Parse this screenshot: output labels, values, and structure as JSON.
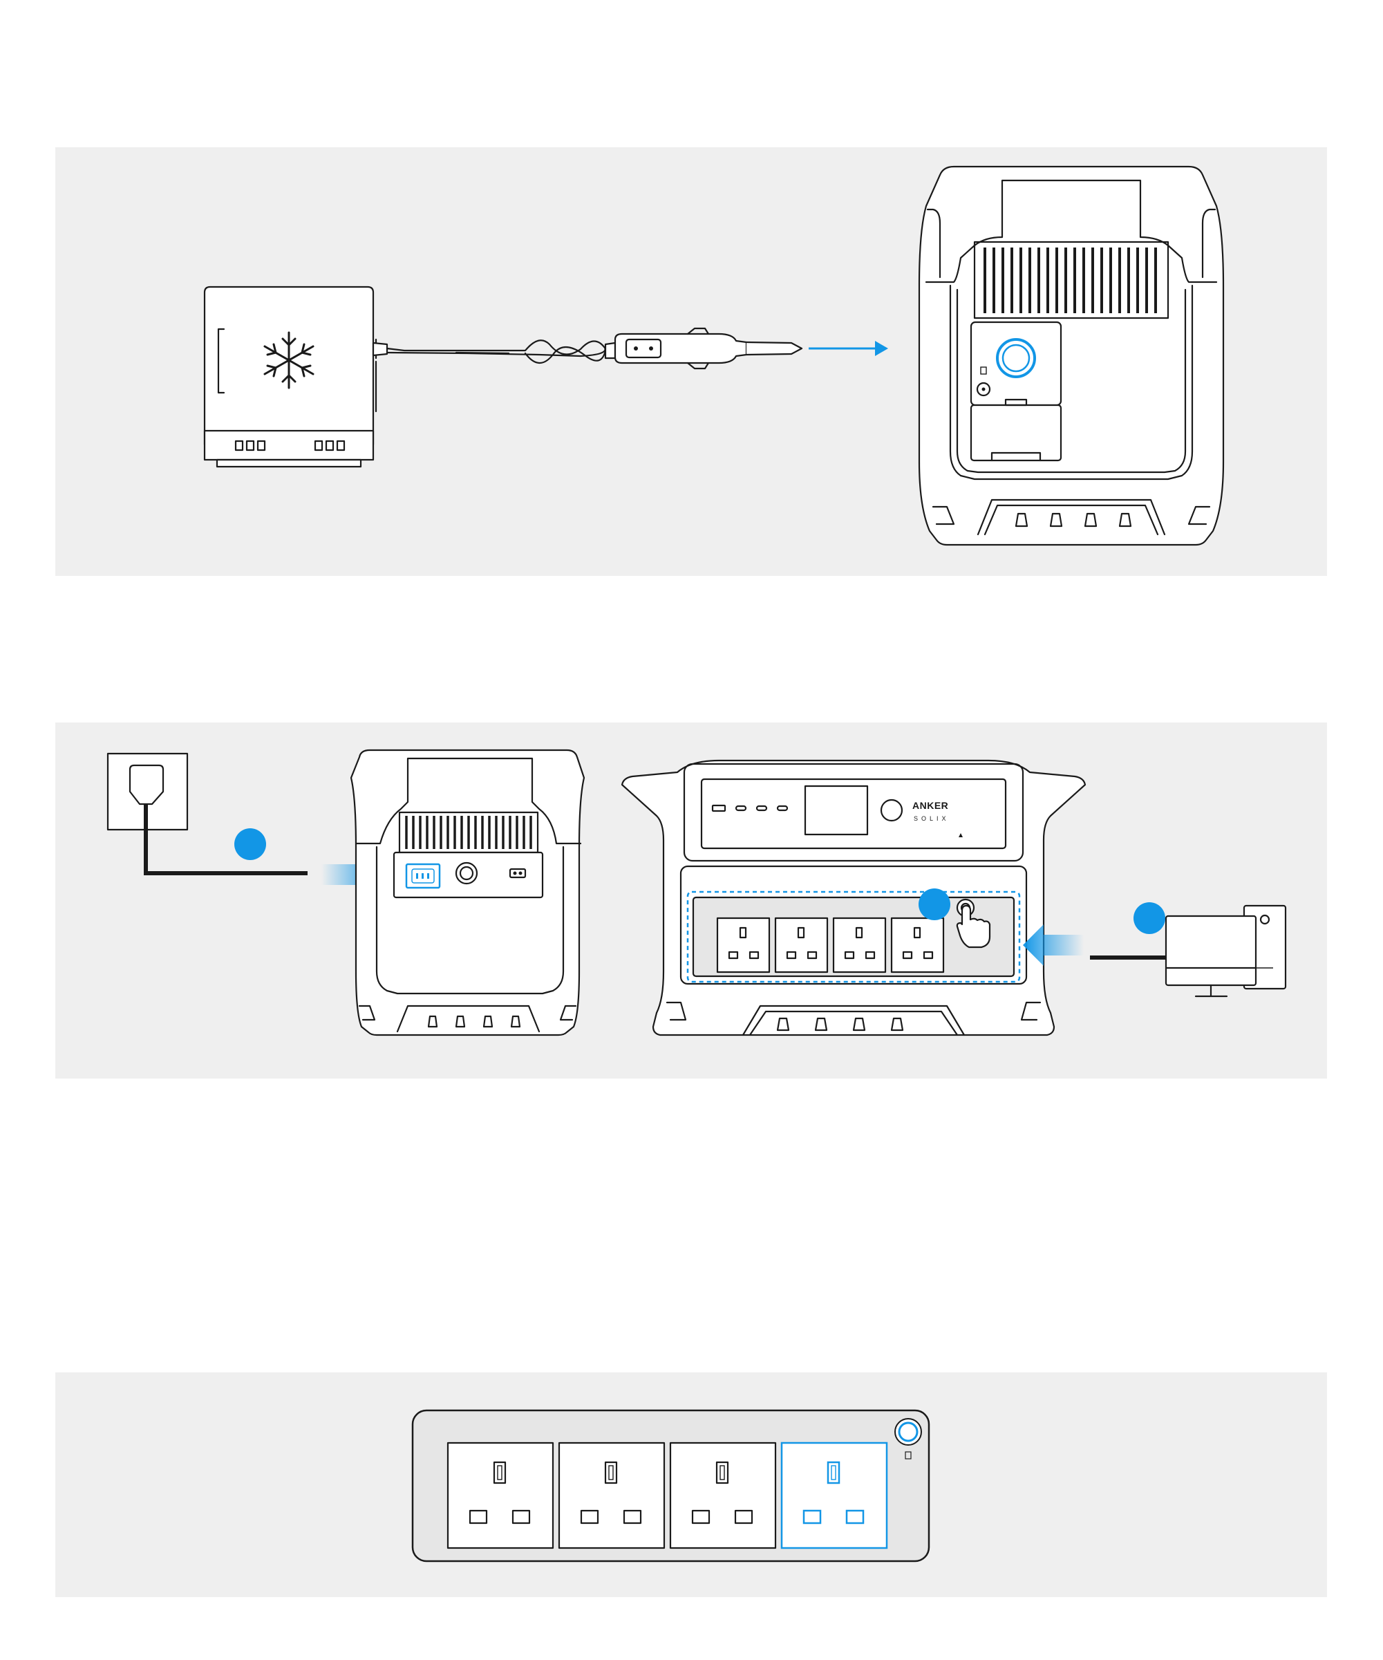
{
  "colors": {
    "accent": "#1296e6",
    "panel_bg": "#efefef",
    "line": "#1a1a1a"
  },
  "panel2": {
    "brand_name": "ANKER",
    "brand_sub": "SOLIX"
  },
  "icons": {
    "snowflake": "snowflake-icon",
    "power": "power-button-icon",
    "step_marker": "blue-circle-marker",
    "arrow": "blue-arrow-icon"
  }
}
